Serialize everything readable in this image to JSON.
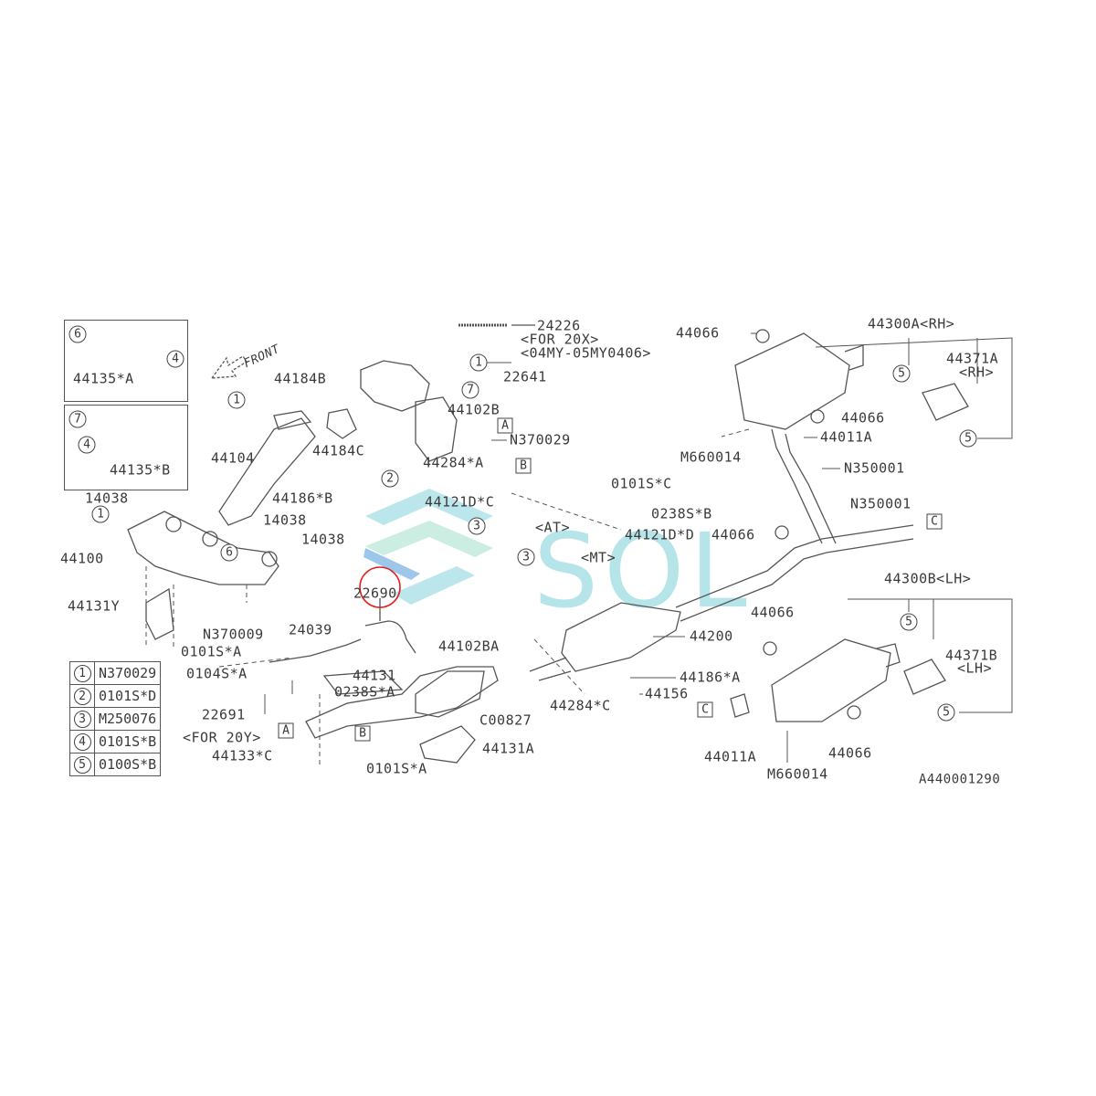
{
  "watermark": "SOL",
  "diagram_code": "A440001290",
  "highlight_color": "#e02020",
  "front_arrow": "FRONT",
  "labels": {
    "p24226": "24226",
    "for20x": "<FOR 20X>",
    "my": "<04MY-05MY0406>",
    "p44066a": "44066",
    "p44300a": "44300A<RH>",
    "p44371a": "44371A",
    "rh": "<RH>",
    "p22641": "22641",
    "p44184b": "44184B",
    "p44102b": "44102B",
    "n370029": "N370029",
    "p44066b": "44066",
    "p44011a": "44011A",
    "m660014a": "M660014",
    "p44135a": "44135*A",
    "p44135b": "44135*B",
    "p44104": "44104",
    "p44184c": "44184C",
    "p44284a": "44284*A",
    "p0101sc": "0101S*C",
    "n350001a": "N350001",
    "p44186b": "44186*B",
    "p14038a": "14038",
    "p44121dc": "44121D*C",
    "n350001b": "N350001",
    "p0238sb": "0238S*B",
    "p14038b": "14038",
    "at": "<AT>",
    "p44121dd": "44121D*D",
    "p44066c": "44066",
    "p14038c": "14038",
    "p44100": "44100",
    "mt": "<MT>",
    "p44300b": "44300B<LH>",
    "p22690": "22690",
    "p44131y": "44131Y",
    "p44066d": "44066",
    "p24039": "24039",
    "n370009": "N370009",
    "p44200": "44200",
    "p0101sa": "0101S*A",
    "p44102ba": "44102BA",
    "p44371b": "44371B",
    "lh": "<LH>",
    "p44131": "44131",
    "p0104sa": "0104S*A",
    "p44186a": "44186*A",
    "p0238sa": "0238S*A",
    "p44156": "44156",
    "p22691": "22691",
    "p44284c": "44284*C",
    "c00827": "C00827",
    "for20y": "<FOR 20Y>",
    "p44131a": "44131A",
    "p44133c": "44133*C",
    "p44011a2": "44011A",
    "p44066e": "44066",
    "m660014b": "M660014",
    "p0101sa2": "0101S*A"
  },
  "legend": [
    {
      "num": "1",
      "part": "N370029"
    },
    {
      "num": "2",
      "part": "0101S*D"
    },
    {
      "num": "3",
      "part": "M250076"
    },
    {
      "num": "4",
      "part": "0101S*B"
    },
    {
      "num": "5",
      "part": "0100S*B"
    }
  ],
  "refs": {
    "one": "1",
    "two": "2",
    "three": "3",
    "four": "4",
    "five": "5",
    "six": "6",
    "seven": "7",
    "A": "A",
    "B": "B",
    "C": "C"
  }
}
